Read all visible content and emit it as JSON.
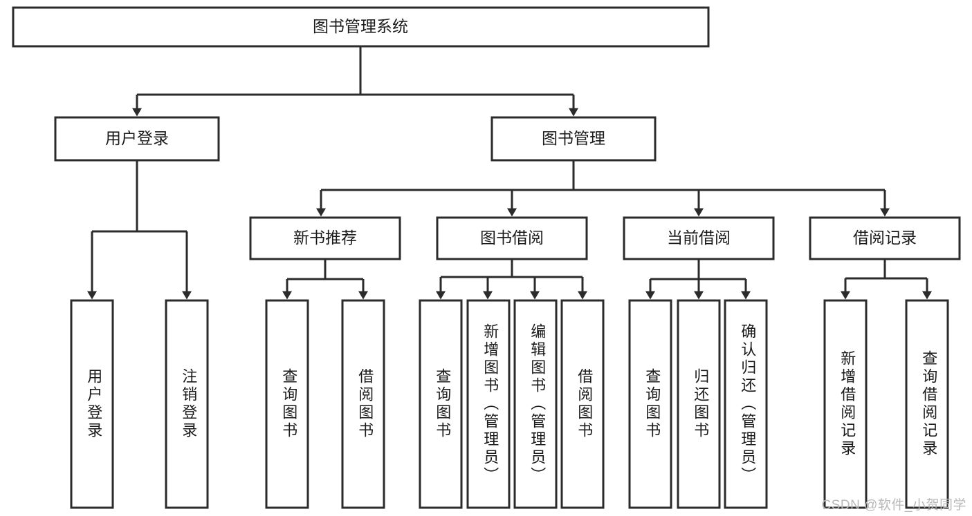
{
  "diagram": {
    "title": "图书管理系统",
    "type": "tree-hierarchy-chart",
    "root": {
      "id": "root",
      "label": "图书管理系统",
      "orientation": "horizontal"
    },
    "level2": [
      {
        "id": "user-login",
        "label": "用户登录",
        "orientation": "horizontal"
      },
      {
        "id": "book-manage",
        "label": "图书管理",
        "orientation": "horizontal"
      }
    ],
    "level3": [
      {
        "id": "new-book-recommend",
        "label": "新书推荐",
        "orientation": "horizontal",
        "parent": "book-manage"
      },
      {
        "id": "book-borrow",
        "label": "图书借阅",
        "orientation": "horizontal",
        "parent": "book-manage"
      },
      {
        "id": "current-borrow",
        "label": "当前借阅",
        "orientation": "horizontal",
        "parent": "book-manage"
      },
      {
        "id": "borrow-record",
        "label": "借阅记录",
        "orientation": "horizontal",
        "parent": "book-manage"
      }
    ],
    "leaves": [
      {
        "id": "leaf-user-login",
        "label": "用户登录",
        "orientation": "vertical",
        "parent": "user-login"
      },
      {
        "id": "leaf-logout-login",
        "label": "注销登录",
        "orientation": "vertical",
        "parent": "user-login"
      },
      {
        "id": "leaf-query-book-1",
        "label": "查询图书",
        "orientation": "vertical",
        "parent": "new-book-recommend"
      },
      {
        "id": "leaf-borrow-book-1",
        "label": "借阅图书",
        "orientation": "vertical",
        "parent": "new-book-recommend"
      },
      {
        "id": "leaf-query-book-2",
        "label": "查询图书",
        "orientation": "vertical",
        "parent": "book-borrow"
      },
      {
        "id": "leaf-add-book",
        "label": "新增图书（管理员）",
        "orientation": "vertical",
        "parent": "book-borrow"
      },
      {
        "id": "leaf-edit-book",
        "label": "编辑图书（管理员）",
        "orientation": "vertical",
        "parent": "book-borrow"
      },
      {
        "id": "leaf-borrow-book-2",
        "label": "借阅图书",
        "orientation": "vertical",
        "parent": "book-borrow"
      },
      {
        "id": "leaf-query-book-3",
        "label": "查询图书",
        "orientation": "vertical",
        "parent": "current-borrow"
      },
      {
        "id": "leaf-return-book",
        "label": "归还图书",
        "orientation": "vertical",
        "parent": "current-borrow"
      },
      {
        "id": "leaf-confirm-return",
        "label": "确认归还（管理员）",
        "orientation": "vertical",
        "parent": "current-borrow"
      },
      {
        "id": "leaf-add-record",
        "label": "新增借阅记录",
        "orientation": "vertical",
        "parent": "borrow-record"
      },
      {
        "id": "leaf-query-record",
        "label": "查询借阅记录",
        "orientation": "vertical",
        "parent": "borrow-record"
      }
    ]
  },
  "watermark": {
    "text": "CSDN @软件_小贺同学",
    "color": "#b9b9b9"
  },
  "colors": {
    "stroke": "#2b2b2b",
    "fill": "#ffffff",
    "text": "#1a1a1a",
    "background": "#ffffff"
  }
}
